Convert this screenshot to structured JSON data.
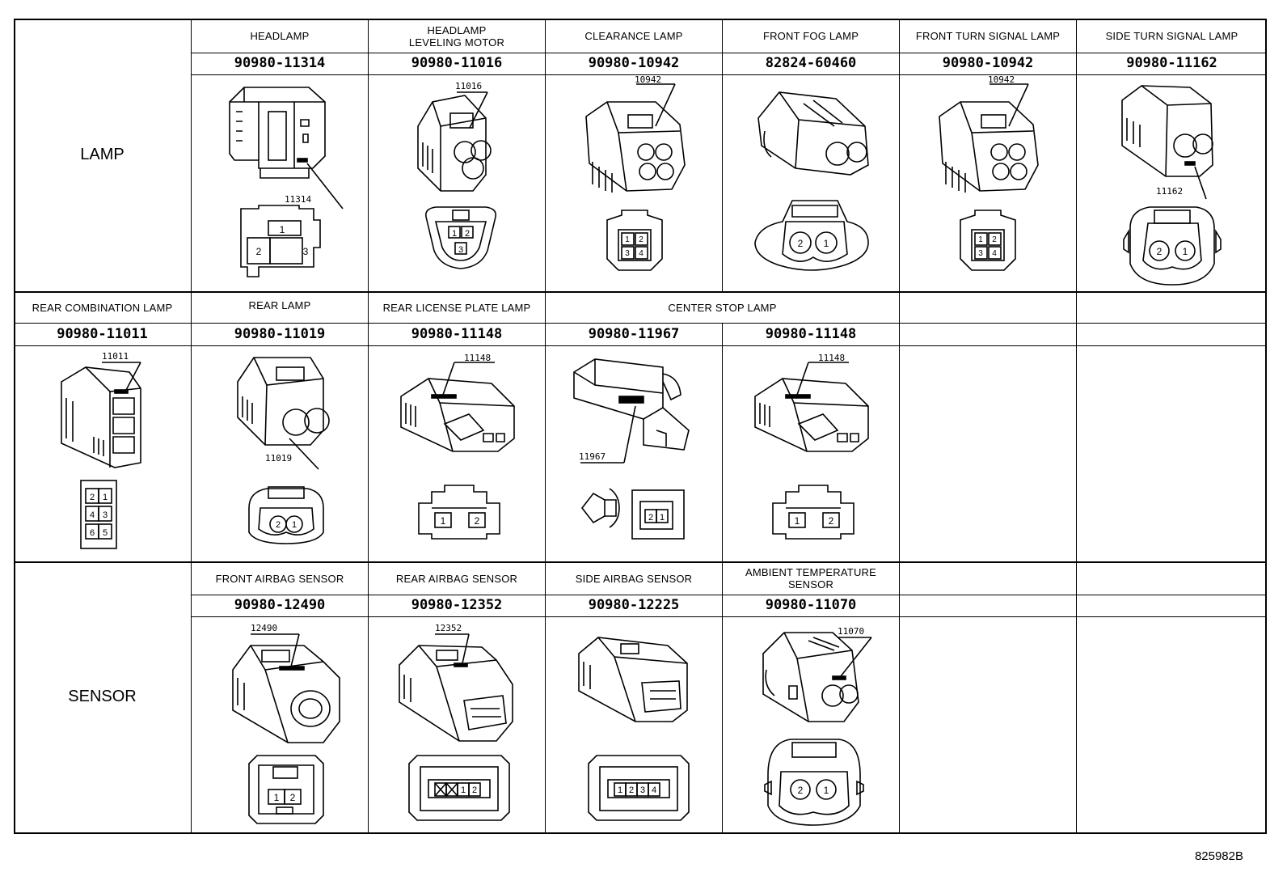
{
  "groups": {
    "lamp": "LAMP",
    "sensor": "SENSOR"
  },
  "cells": [
    {
      "id": "headlamp",
      "title": "HEADLAMP",
      "part": "90980-11314",
      "code": "11314",
      "pins": [
        "1",
        "2",
        "3"
      ]
    },
    {
      "id": "headlamp-leveling-motor",
      "title": "HEADLAMP\nLEVELING MOTOR",
      "part": "90980-11016",
      "code": "11016",
      "pins": [
        "1",
        "2",
        "3"
      ]
    },
    {
      "id": "clearance-lamp",
      "title": "CLEARANCE LAMP",
      "part": "90980-10942",
      "code": "10942",
      "pins": [
        "1",
        "2",
        "3",
        "4"
      ]
    },
    {
      "id": "front-fog-lamp",
      "title": "FRONT FOG LAMP",
      "part": "82824-60460",
      "code": "",
      "pins": [
        "2",
        "1"
      ]
    },
    {
      "id": "front-turn-signal-lamp",
      "title": "FRONT TURN SIGNAL LAMP",
      "part": "90980-10942",
      "code": "10942",
      "pins": [
        "1",
        "2",
        "3",
        "4"
      ]
    },
    {
      "id": "side-turn-signal-lamp",
      "title": "SIDE TURN SIGNAL LAMP",
      "part": "90980-11162",
      "code": "11162",
      "pins": [
        "2",
        "1"
      ]
    },
    {
      "id": "rear-combination-lamp",
      "title": "REAR COMBINATION LAMP",
      "part": "90980-11011",
      "code": "11011",
      "pins": [
        "2",
        "1",
        "4",
        "3",
        "6",
        "5"
      ]
    },
    {
      "id": "rear-lamp",
      "title": "REAR LAMP",
      "part": "90980-11019",
      "code": "11019",
      "pins": [
        "2",
        "1"
      ]
    },
    {
      "id": "rear-license-plate-lamp",
      "title": "REAR LICENSE PLATE LAMP",
      "part": "90980-11148",
      "code": "11148",
      "pins": [
        "1",
        "2"
      ]
    },
    {
      "id": "center-stop-lamp-a",
      "title": "CENTER STOP LAMP",
      "part": "90980-11967",
      "code": "11967",
      "pins": [
        "2",
        "1"
      ]
    },
    {
      "id": "center-stop-lamp-b",
      "title": "",
      "part": "90980-11148",
      "code": "11148",
      "pins": [
        "1",
        "2"
      ]
    },
    {
      "id": "front-airbag-sensor",
      "title": "FRONT AIRBAG SENSOR",
      "part": "90980-12490",
      "code": "12490",
      "pins": [
        "1",
        "2"
      ]
    },
    {
      "id": "rear-airbag-sensor",
      "title": "REAR AIRBAG SENSOR",
      "part": "90980-12352",
      "code": "12352",
      "pins": [
        "1",
        "2"
      ]
    },
    {
      "id": "side-airbag-sensor",
      "title": "SIDE AIRBAG SENSOR",
      "part": "90980-12225",
      "code": "",
      "pins": [
        "1",
        "2",
        "3",
        "4"
      ]
    },
    {
      "id": "ambient-temperature-sensor",
      "title": "AMBIENT TEMPERATURE\nSENSOR",
      "part": "90980-11070",
      "code": "11070",
      "pins": [
        "2",
        "1"
      ]
    }
  ],
  "reference": "825982B"
}
